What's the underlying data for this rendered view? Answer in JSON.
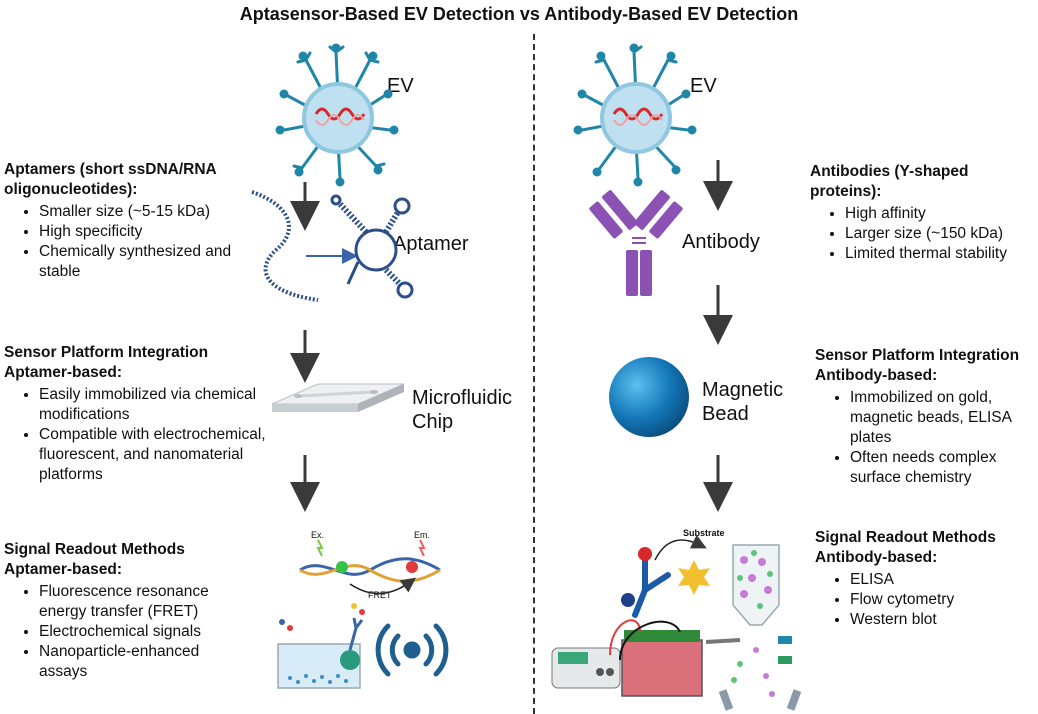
{
  "title": "Aptasensor-Based EV Detection vs Antibody-Based EV Detection",
  "left": {
    "ev_label": "EV",
    "aptamer_label": "Aptamer",
    "chip_label": "Microfluidic Chip",
    "fret_ex": "Ex.",
    "fret_em": "Em.",
    "fret_label": "FRET",
    "section1": {
      "heading": "Aptamers (short ssDNA/RNA oligonucleotides):",
      "bullets": [
        "Smaller size (~5-15 kDa)",
        "High specificity",
        "Chemically synthesized and stable"
      ]
    },
    "section2": {
      "heading": "Sensor Platform Integration",
      "subheading": "Aptamer-based:",
      "bullets": [
        "Easily immobilized via chemical modifications",
        "Compatible with electrochemical, fluorescent, and nanomaterial platforms"
      ]
    },
    "section3": {
      "heading": "Signal Readout Methods",
      "subheading": "Aptamer-based:",
      "bullets": [
        "Fluorescence resonance energy transfer (FRET)",
        "Electrochemical signals",
        "Nanoparticle-enhanced assays"
      ]
    }
  },
  "right": {
    "ev_label": "EV",
    "antibody_label": "Antibody",
    "bead_label": "Magnetic Bead",
    "substrate_label": "Substrate",
    "section1": {
      "heading": "Antibodies (Y-shaped proteins):",
      "bullets": [
        "High affinity",
        "Larger size (~150 kDa)",
        "Limited thermal stability"
      ]
    },
    "section2": {
      "heading": "Sensor Platform Integration",
      "subheading": "Antibody-based:",
      "bullets": [
        "Immobilized on gold, magnetic beads, ELISA plates",
        "Often needs complex surface chemistry"
      ]
    },
    "section3": {
      "heading": "Signal Readout Methods",
      "subheading": "Antibody-based:",
      "bullets": [
        "ELISA",
        "Flow cytometry",
        "Western blot"
      ]
    }
  },
  "colors": {
    "ev_membrane": "#bfe0f0",
    "receptor": "#1f86a8",
    "rna": "#d8282c",
    "aptamer": "#2c4f8a",
    "antibody": "#8b52b3",
    "bead": "#1477b8",
    "arrow": "#3a3a3a"
  }
}
